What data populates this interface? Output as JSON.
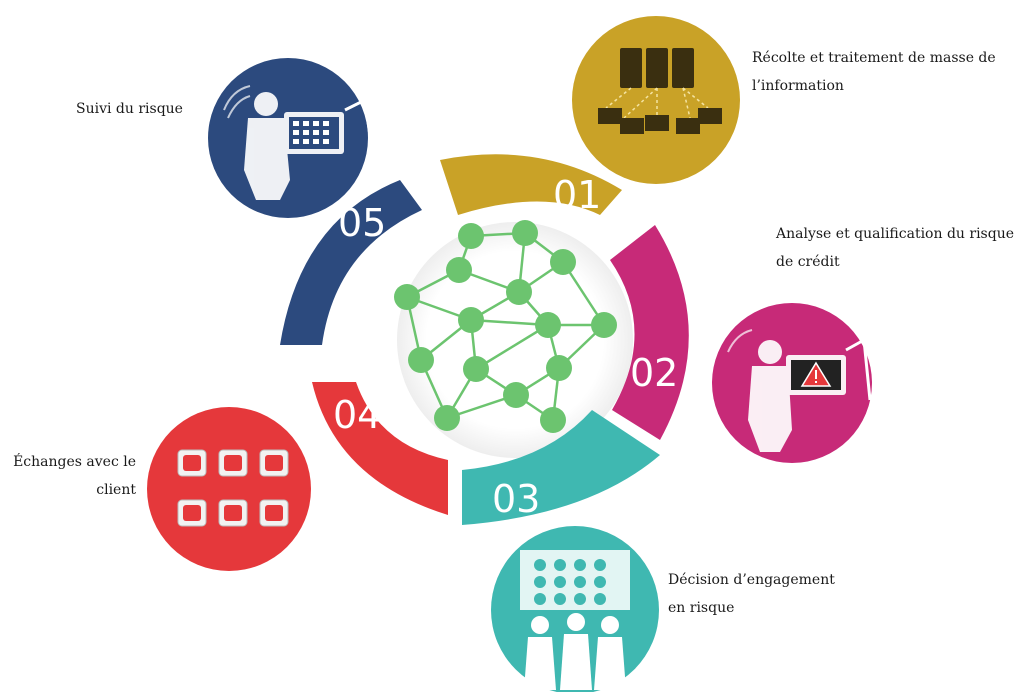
{
  "steps": [
    {
      "number": "01",
      "label_line1": "Récolte et traitement de masse de",
      "label_line2": "l’information",
      "color": "#c9a227"
    },
    {
      "number": "02",
      "label_line1": "Analyse et qualification du risque",
      "label_line2": "de crédit",
      "color": "#c72a78"
    },
    {
      "number": "03",
      "label_line1": "Décision d’engagement",
      "label_line2": "en risque",
      "color": "#3fb8b1"
    },
    {
      "number": "04",
      "label_line1": "Échanges avec le",
      "label_line2": "client",
      "color": "#e5383b"
    },
    {
      "number": "05",
      "label_line1": "Suivi du risque",
      "label_line2": "",
      "color": "#2c4a7e"
    }
  ],
  "network_color": "#6cc46f",
  "number_color": "#ffffff"
}
